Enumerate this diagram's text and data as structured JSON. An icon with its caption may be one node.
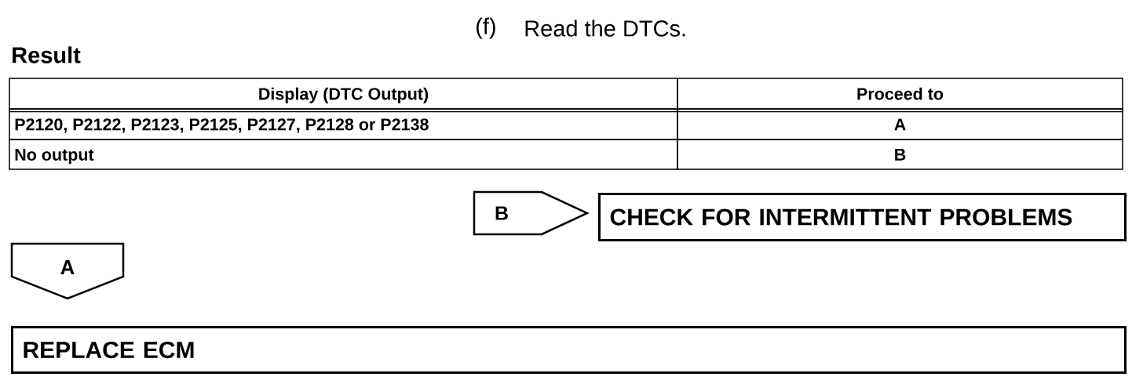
{
  "diagram": {
    "nodes": [
      {
        "text": [
          "B"
        ]
      },
      {
        "text": [
          "CHECK FOR INTERMITTENT PROBLEMS"
        ]
      },
      {
        "text": [
          "A"
        ]
      },
      {
        "text": [
          "REPLACE ECM"
        ]
      }
    ],
    "labels": [
      "(f)",
      "Read the DTCs.",
      "Result",
      "Display (DTC Output)",
      "Proceed to",
      "P2120, P2122, P2123, P2125, P2127, P2128 or P2138",
      "A",
      "No output",
      "B"
    ]
  }
}
